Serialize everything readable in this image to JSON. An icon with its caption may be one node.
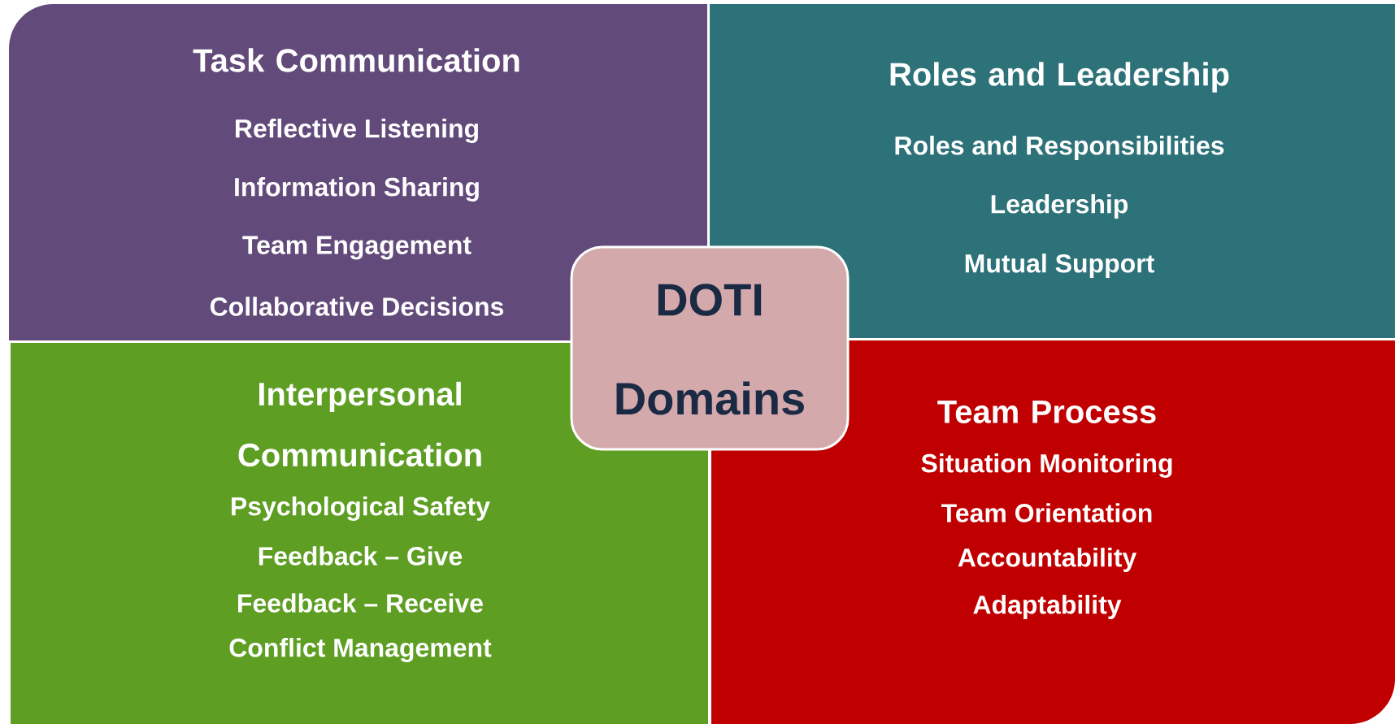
{
  "diagram": {
    "nodes": [
      {
        "text": [
          "Task Communication",
          "Reflective Listening",
          "Information Sharing",
          "Team Engagement",
          "Collaborative Decisions"
        ]
      },
      {
        "text": [
          "Roles and Leadership",
          "Roles and Responsibilities",
          "Leadership",
          "Mutual Support"
        ]
      },
      {
        "text": [
          "DOTI",
          "Domains"
        ]
      },
      {
        "text": [
          "Interpersonal Communication",
          "Psychological Safety",
          "Feedback – Give",
          "Feedback – Receive",
          "Conflict Management"
        ]
      },
      {
        "text": [
          "Team Process",
          "Situation Monitoring",
          "Team Orientation",
          "Accountability",
          "Adaptability"
        ]
      }
    ]
  }
}
